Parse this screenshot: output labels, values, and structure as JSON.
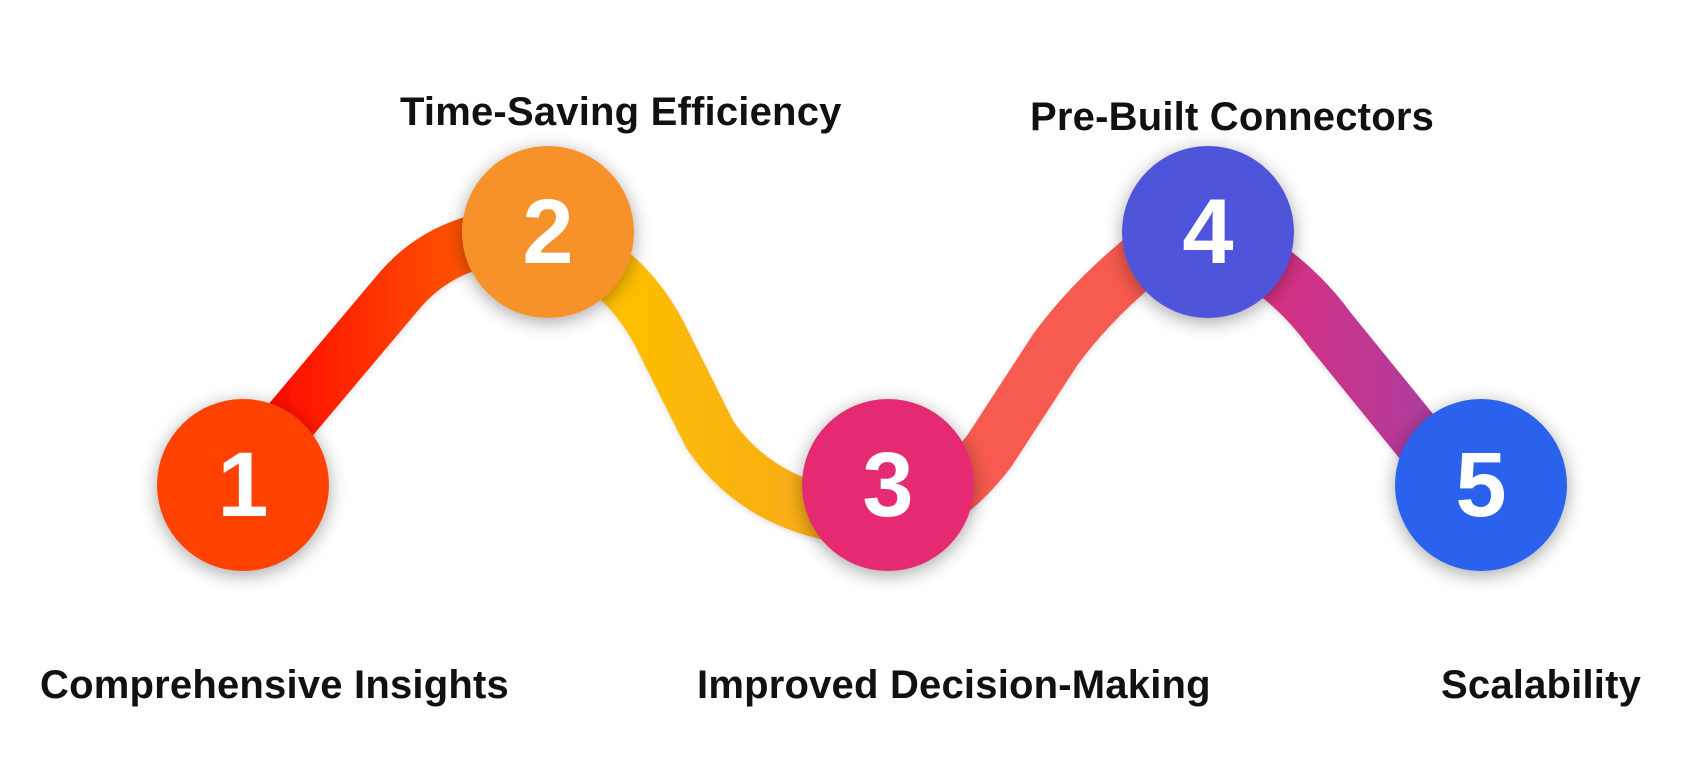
{
  "steps": [
    {
      "number": "1",
      "label": "Comprehensive Insights",
      "color": "#FF4200"
    },
    {
      "number": "2",
      "label": "Time-Saving Efficiency",
      "color": "#F7922A"
    },
    {
      "number": "3",
      "label": "Improved Decision-Making",
      "color": "#E62B72"
    },
    {
      "number": "4",
      "label": "Pre-Built Connectors",
      "color": "#4F55DB"
    },
    {
      "number": "5",
      "label": "Scalability",
      "color": "#2B62EE"
    }
  ],
  "path_colors": {
    "start": "#FF0000",
    "orange": "#FF5A00",
    "yellow": "#FFC000",
    "amber": "#F5A61D",
    "coral": "#F75A4F",
    "magenta": "#E22E7C",
    "purple": "#A93D9F"
  }
}
